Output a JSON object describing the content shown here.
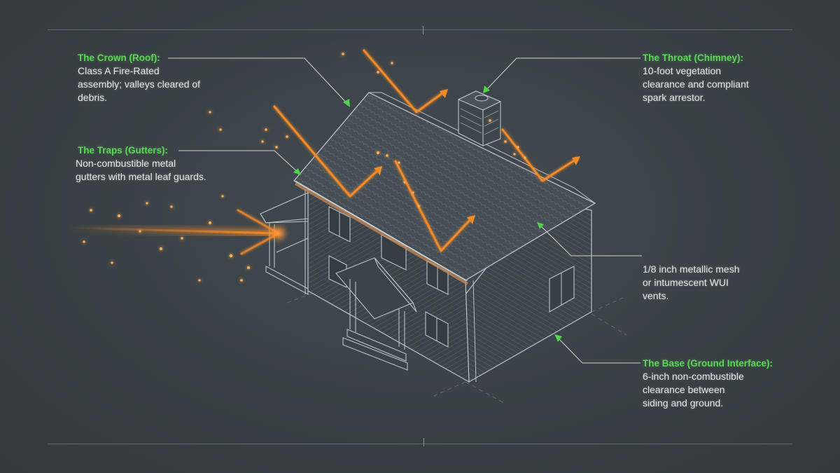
{
  "diagram": {
    "subject": "Isometric house wildfire ember defense diagram",
    "colors": {
      "background": "#3a4146",
      "title_green": "#5fd35a",
      "body_text": "#e4e7e8",
      "leader_line": "#c9cfd2",
      "arrowhead": "#4fd44a",
      "ember_orange": "#f28a2a",
      "house_line": "#b9c3c8"
    },
    "callouts": [
      {
        "id": "crown",
        "title": "The Crown (Roof):",
        "body": "Class A Fire-Rated\nassembly; valleys cleared of\ndebris."
      },
      {
        "id": "traps",
        "title": "The Traps (Gutters):",
        "body": "Non-combustible metal\ngutters with metal leaf guards."
      },
      {
        "id": "throat",
        "title": "The Throat (Chimney):",
        "body": "10-foot vegetation\nclearance and compliant\nspark arrestor."
      },
      {
        "id": "lungs",
        "title": "",
        "body": "1/8 inch metallic mesh\nor intumescent WUI\nvents."
      },
      {
        "id": "base",
        "title": "The Base (Ground Interface):",
        "body": "6-inch non-combustible\nclearance between\nsiding and ground."
      }
    ],
    "ember_paths": [
      {
        "name": "wind-driven-horizontal",
        "target": "porch"
      },
      {
        "name": "roof-bounce-left",
        "target": "roof"
      },
      {
        "name": "roof-bounce-center",
        "target": "roof"
      },
      {
        "name": "roof-bounce-top",
        "target": "roof-ridge"
      },
      {
        "name": "chimney-bounce",
        "target": "roof-right"
      }
    ]
  }
}
